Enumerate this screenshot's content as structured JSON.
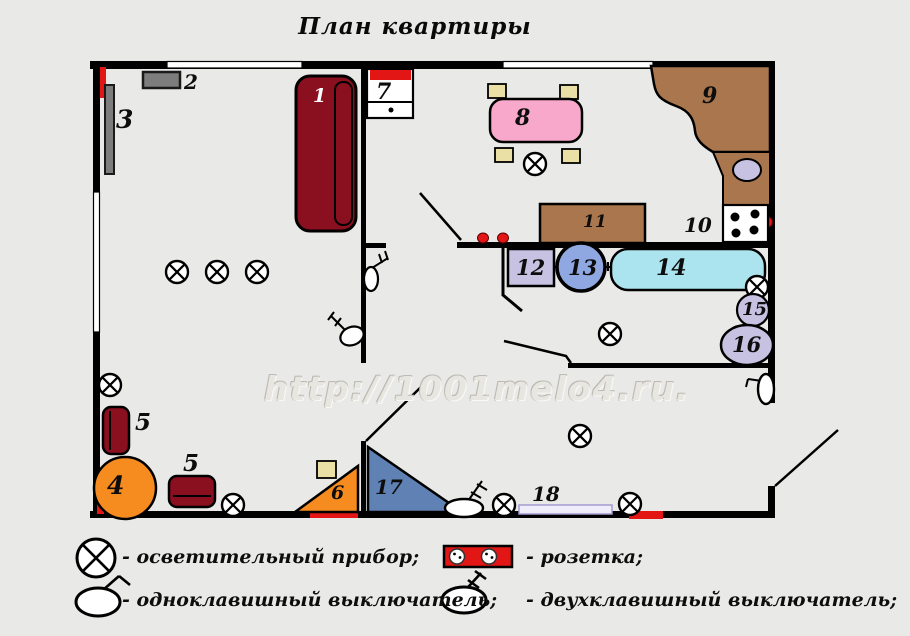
{
  "title": "План квартиры",
  "watermark": "http://1001melo4.ru.",
  "items": {
    "f1": "1",
    "f2": "2",
    "f3": "3",
    "f4": "4",
    "f5": "5",
    "f6": "6",
    "f7": "7",
    "f8": "8",
    "f9": "9",
    "f10": "10",
    "f11": "11",
    "f12": "12",
    "f13": "13",
    "f14": "14",
    "f15": "15",
    "f16": "16",
    "f17": "17",
    "f18": "18"
  },
  "legend": {
    "lamp": "- осветительный прибор;",
    "single_switch": "- одноклавишный выключатель;",
    "socket": "- розетка;",
    "double_switch": "- двухклавишный выключатель;"
  },
  "colors": {
    "background": "#e9e9e7",
    "wall": "#000000",
    "socket_red": "#e31616",
    "furniture_maroon": "#8a0f1f",
    "furniture_orange": "#f68b1f",
    "table_pink": "#f8a9cb",
    "chair_beige": "#eadfa4",
    "counter_brown": "#a9764e",
    "fixture_lavender": "#c7c1e2",
    "sink_circle_blue": "#90a8e2",
    "bathtub_cyan": "#abe4ee",
    "rug_steel_blue": "#6081b4",
    "shelf_gray": "#7d7d7d"
  }
}
